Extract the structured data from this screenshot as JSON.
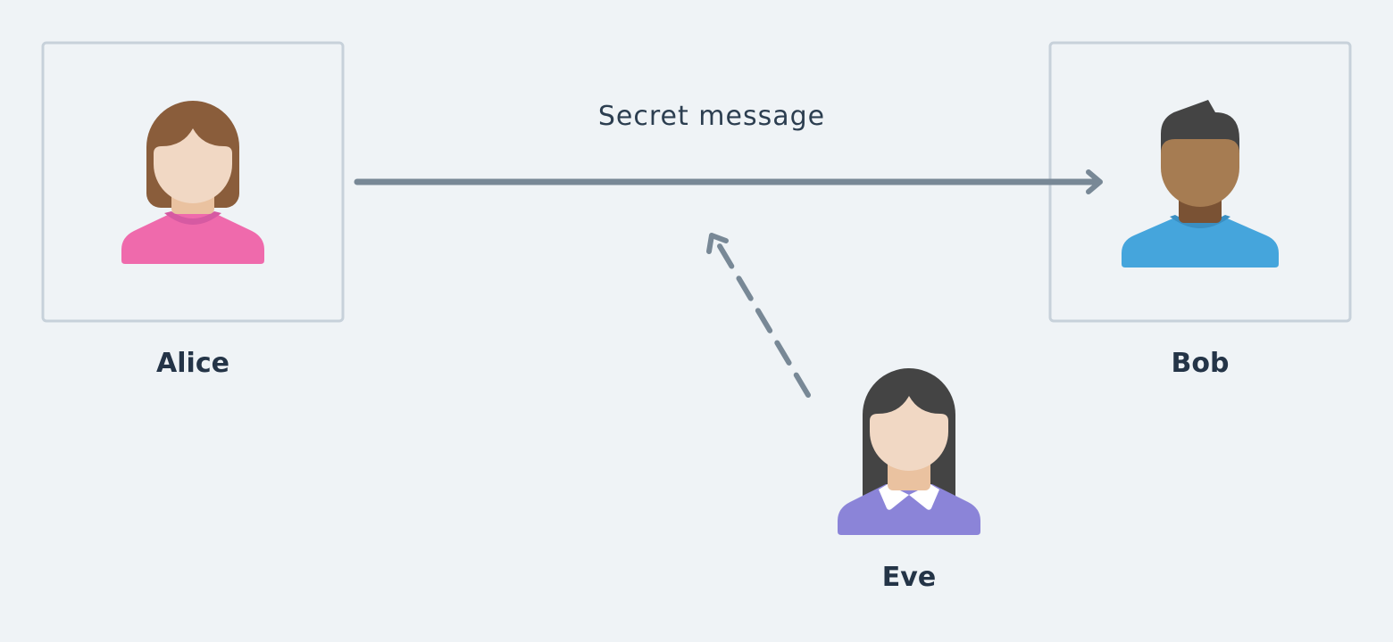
{
  "people": {
    "alice": {
      "name": "Alice",
      "icon": "woman-avatar-icon",
      "hair": "#8a5d3b",
      "shirt": "#ef6aac"
    },
    "bob": {
      "name": "Bob",
      "icon": "man-avatar-icon",
      "hair": "#444444",
      "skin": "#a67c52",
      "shirt": "#45a5dc"
    },
    "eve": {
      "name": "Eve",
      "icon": "woman-avatar-icon",
      "hair": "#444444",
      "shirt": "#8b84d8"
    }
  },
  "message": {
    "label": "Secret message"
  },
  "colors": {
    "arrow": "#788896",
    "box_border": "#c7d1da",
    "background": "#eff3f6",
    "text": "#243447"
  }
}
